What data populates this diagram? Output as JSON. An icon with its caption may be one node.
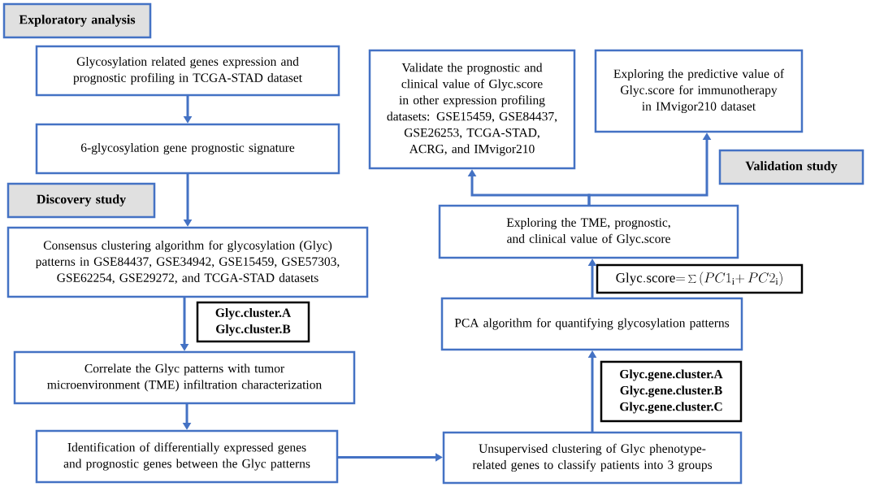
{
  "diagram": {
    "nodes": [
      {
        "text": [
          "Exploratory analysis"
        ]
      },
      {
        "text": [
          "Glycosylation related genes expression and prognostic profiling in TCGA-STAD dataset"
        ]
      },
      {
        "text": [
          "6-glycosylation gene prognostic signature"
        ]
      },
      {
        "text": [
          "Discovery study"
        ]
      },
      {
        "text": [
          "Consensus clustering algorithm for glycosylation (Glyc) patterns in GSE84437, GSE34942, GSE15459, GSE57303, GSE62254, GSE29272, and TCGA-STAD datasets"
        ]
      },
      {
        "text": [
          "Glyc.cluster.A",
          "Glyc.cluster.B"
        ]
      },
      {
        "text": [
          "Correlate the Glyc patterns with tumor microenvironment (TME) infiltration characterization"
        ]
      },
      {
        "text": [
          "Identification of differentially expressed genes and prognostic genes between the Glyc patterns"
        ]
      },
      {
        "text": [
          "Unsupervised clustering of Glyc phenotype-related genes to classify patients into 3 groups"
        ]
      },
      {
        "text": [
          "Glyc.gene.cluster.A",
          "Glyc.gene.cluster.B",
          "Glyc.gene.cluster.C"
        ]
      },
      {
        "text": [
          "PCA algorithm for quantifying glycosylation patterns"
        ]
      },
      {
        "text": [
          "\\mathrm{Glyc.score}{=}\\sum\\,(PC1_{\\mathrm{i}}{+}\\,PC2_{\\mathrm{i}})"
        ]
      },
      {
        "text": [
          "Exploring the TME, prognostic, and clinical value of Glyc.score"
        ]
      },
      {
        "text": [
          "Validate the prognostic and clinical value of Glyc.score in other expression profiling datasets: GSE15459, GSE84437, GSE26253, TCGA-STAD, ACRG, and IMvigor210"
        ]
      },
      {
        "text": [
          "Exploring the predictive value of Glyc.score for immunotherapy in IMvigor210 dataset"
        ]
      },
      {
        "text": [
          "Validation study"
        ]
      }
    ],
    "edges": [
      {
        "from": 1,
        "to": 2,
        "arrow": "to"
      },
      {
        "from": 2,
        "to": 4,
        "arrow": "to"
      },
      {
        "from": 4,
        "to": 6,
        "arrow": "to"
      },
      {
        "from": 6,
        "to": 7,
        "arrow": "to"
      },
      {
        "from": 7,
        "to": 8,
        "arrow": "to"
      },
      {
        "from": 8,
        "to": 10,
        "arrow": "to"
      },
      {
        "from": 10,
        "to": 12,
        "arrow": "to"
      },
      {
        "from": 12,
        "to": 13,
        "arrow": "to"
      },
      {
        "from": 12,
        "to": 14,
        "arrow": "to"
      }
    ]
  }
}
